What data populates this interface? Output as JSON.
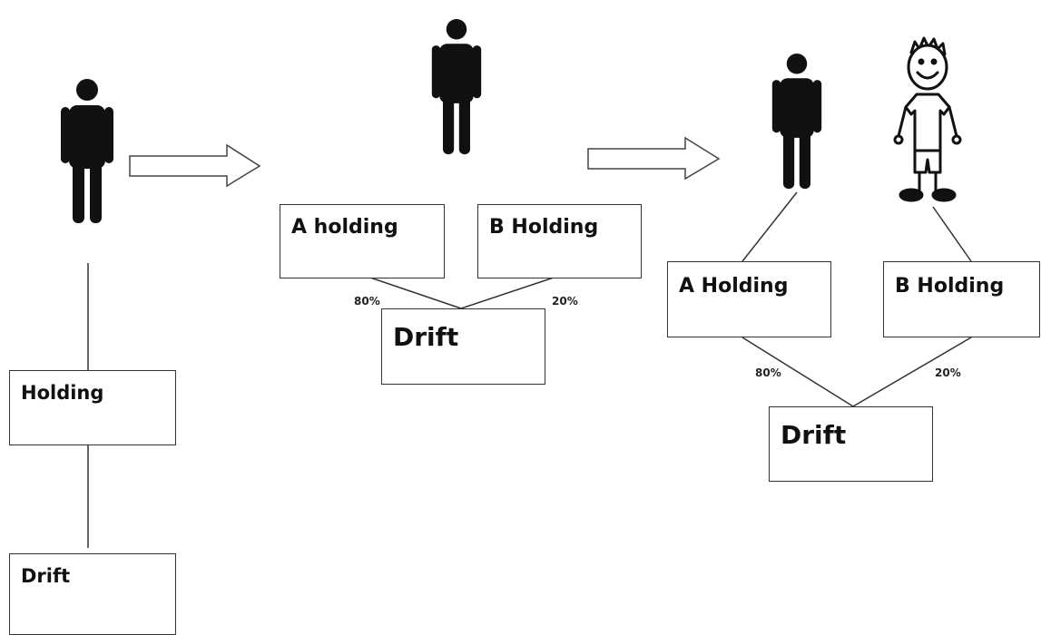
{
  "stage1": {
    "boxes": {
      "holding": "Holding",
      "drift": "Drift"
    }
  },
  "stage2": {
    "boxes": {
      "a": "A holding",
      "b": "B Holding",
      "drift": "Drift"
    },
    "percent_a": "80%",
    "percent_b": "20%"
  },
  "stage3": {
    "boxes": {
      "a": "A Holding",
      "b": "B Holding",
      "drift": "Drift"
    },
    "percent_a": "80%",
    "percent_b": "20%"
  },
  "icons": {
    "adult": "adult-person-icon",
    "child": "child-stick-figure-icon",
    "arrow": "right-arrow-icon"
  },
  "colors": {
    "figure": "#111111",
    "line": "#333333"
  }
}
